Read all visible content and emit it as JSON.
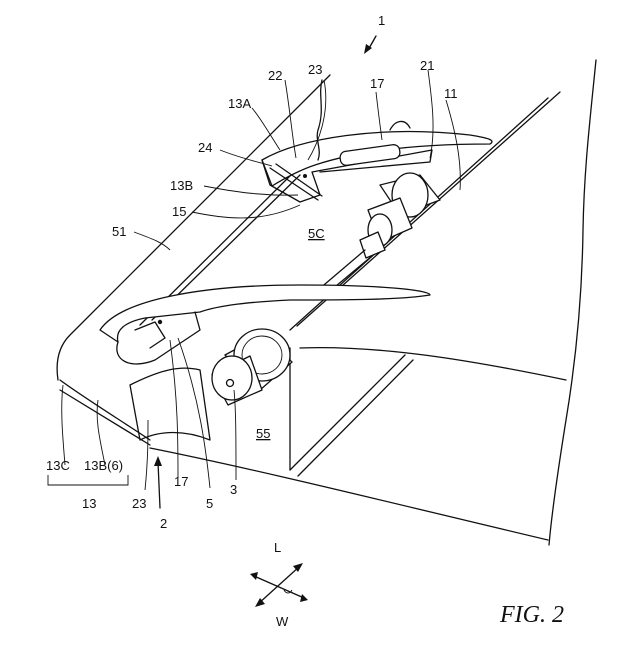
{
  "figure": {
    "caption": "FIG. 2",
    "reference_numerals": {
      "n1": "1",
      "n22": "22",
      "n23_top": "23",
      "n21": "21",
      "n13A": "13A",
      "n17_top": "17",
      "n11": "11",
      "n24": "24",
      "n13B": "13B",
      "n15": "15",
      "n5C": "5C",
      "n51": "51",
      "n55": "55",
      "n13C": "13C",
      "n13B6": "13B(6)",
      "n13": "13",
      "n23_bottom": "23",
      "n2": "2",
      "n17_bottom": "17",
      "n5": "5",
      "n3": "3"
    },
    "direction_indicator": {
      "top": "L",
      "bottom": "W"
    }
  }
}
